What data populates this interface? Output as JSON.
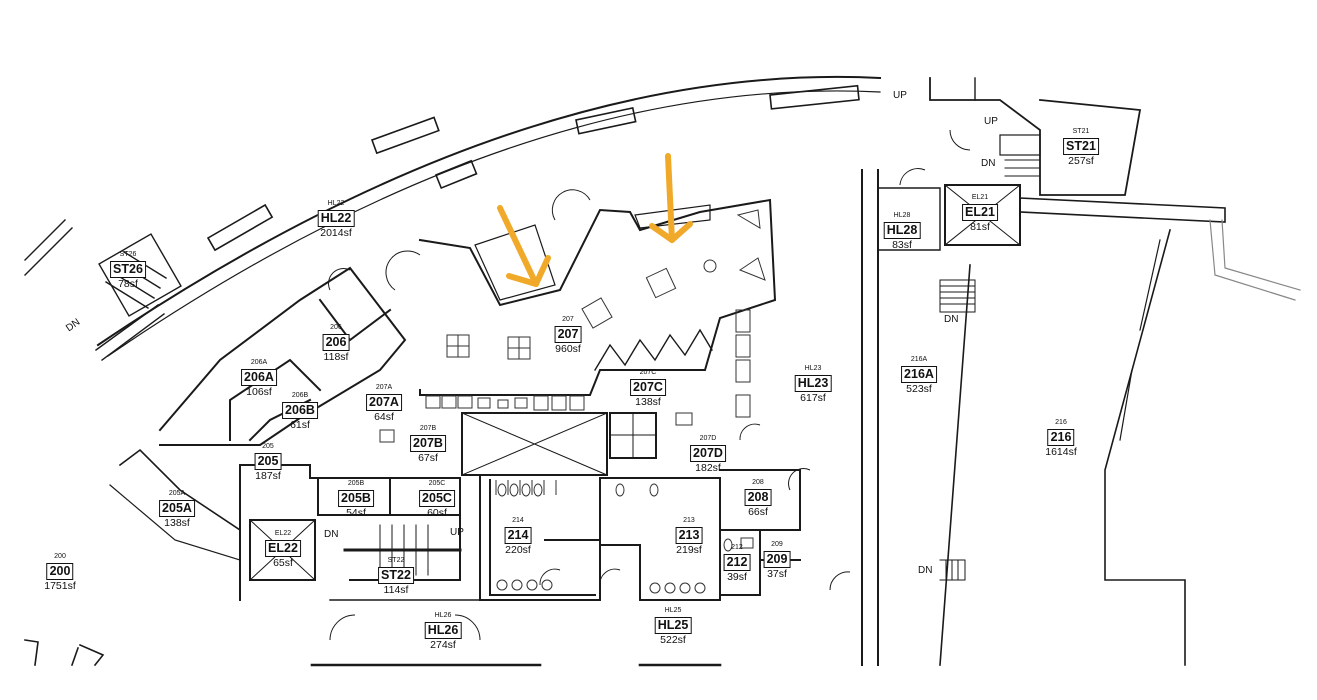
{
  "rooms": [
    {
      "tag": "HL22",
      "number": "HL22",
      "area": "2014sf"
    },
    {
      "tag": "ST26",
      "number": "ST26",
      "area": "78sf"
    },
    {
      "tag": "206",
      "number": "206",
      "area": "118sf"
    },
    {
      "tag": "206A",
      "number": "206A",
      "area": "106sf"
    },
    {
      "tag": "206B",
      "number": "206B",
      "area": "61sf"
    },
    {
      "tag": "207",
      "number": "207",
      "area": "960sf"
    },
    {
      "tag": "207A",
      "number": "207A",
      "area": "64sf"
    },
    {
      "tag": "207B",
      "number": "207B",
      "area": "67sf"
    },
    {
      "tag": "207C",
      "number": "207C",
      "area": "138sf"
    },
    {
      "tag": "207D",
      "number": "207D",
      "area": "182sf"
    },
    {
      "tag": "205",
      "number": "205",
      "area": "187sf"
    },
    {
      "tag": "205A",
      "number": "205A",
      "area": "138sf"
    },
    {
      "tag": "205B",
      "number": "205B",
      "area": "54sf"
    },
    {
      "tag": "205C",
      "number": "205C",
      "area": "60sf"
    },
    {
      "tag": "200",
      "number": "200",
      "area": "1751sf"
    },
    {
      "tag": "EL22",
      "number": "EL22",
      "area": "65sf"
    },
    {
      "tag": "ST22",
      "number": "ST22",
      "area": "114sf"
    },
    {
      "tag": "214",
      "number": "214",
      "area": "220sf"
    },
    {
      "tag": "213",
      "number": "213",
      "area": "219sf"
    },
    {
      "tag": "208",
      "number": "208",
      "area": "66sf"
    },
    {
      "tag": "212",
      "number": "212",
      "area": "39sf"
    },
    {
      "tag": "209",
      "number": "209",
      "area": "37sf"
    },
    {
      "tag": "HL26",
      "number": "HL26",
      "area": "274sf"
    },
    {
      "tag": "HL25",
      "number": "HL25",
      "area": "522sf"
    },
    {
      "tag": "HL23",
      "number": "HL23",
      "area": "617sf"
    },
    {
      "tag": "HL28",
      "number": "HL28",
      "area": "83sf"
    },
    {
      "tag": "EL21",
      "number": "EL21",
      "area": "81sf"
    },
    {
      "tag": "ST21",
      "number": "ST21",
      "area": "257sf"
    },
    {
      "tag": "216A",
      "number": "216A",
      "area": "523sf"
    },
    {
      "tag": "216",
      "number": "216",
      "area": "1614sf"
    }
  ],
  "stair_labels": {
    "up_top": "UP",
    "up_st21": "UP",
    "dn_st21": "DN",
    "dn_hl28": "DN",
    "dn_st26": "DN",
    "dn_st22": "DN",
    "up_st22": "UP",
    "dn_216a": "DN"
  },
  "colors": {
    "walls": "#1a1a1a",
    "arrow": "#F0A928",
    "fixtures": "#333333"
  },
  "icons": {
    "arrow_marker": "orange-down-arrow-icon"
  }
}
